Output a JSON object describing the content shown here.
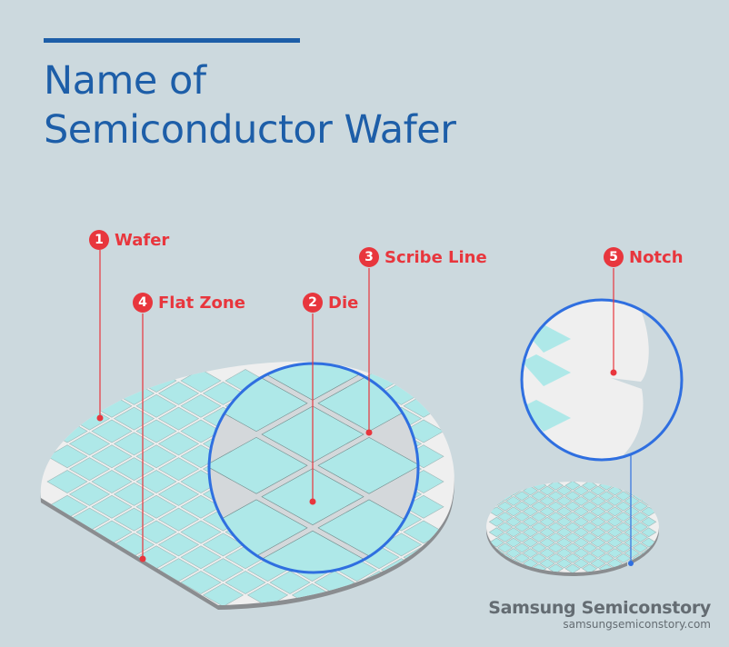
{
  "title_line1": "Name of",
  "title_line2": "Semiconductor Wafer",
  "labels": [
    {
      "num": "1",
      "text": "Wafer"
    },
    {
      "num": "2",
      "text": "Die"
    },
    {
      "num": "3",
      "text": "Scribe Line"
    },
    {
      "num": "4",
      "text": "Flat Zone"
    },
    {
      "num": "5",
      "text": "Notch"
    }
  ],
  "brand": {
    "name": "Samsung Semiconstory",
    "url": "samsungsemiconstory.com"
  },
  "colors": {
    "title": "#1d5ea8",
    "label": "#e8363d",
    "die": "#aee8e8",
    "wafer": "#efefef",
    "magnifier": "#2f6fe0",
    "background": "#ccd9de"
  }
}
